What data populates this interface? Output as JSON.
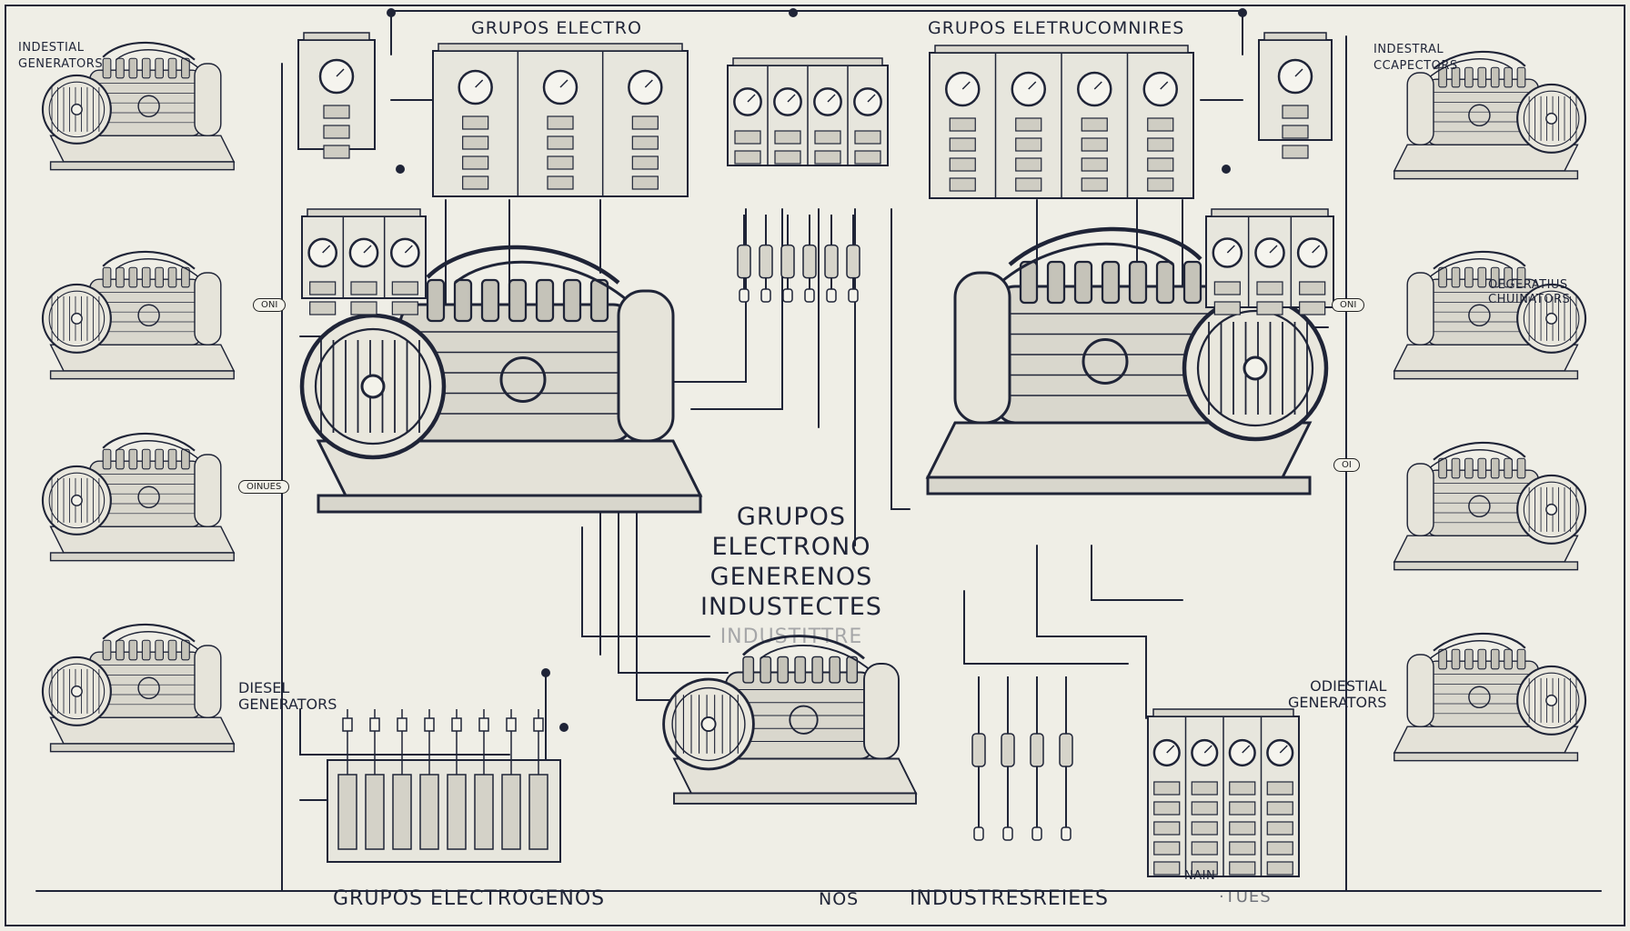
{
  "labels": {
    "top_left": "INDESTIAL\nGENERATORS",
    "top_center_left": "GRUPOS ELECTRO",
    "top_center_right": "GRUPOS ELETRUCOMNIRES",
    "top_right": "INDESTRAL\nCCAPECTORS",
    "right_middle": "OEGERATIUS\nCHUINATORS",
    "center_title": [
      "GRUPOS",
      "ELECTRONO",
      "GENERENOS",
      "INDUSTECTES"
    ],
    "center_faded": "INDUSTITTRE",
    "diesel": "DIESEL\nGENERATORS",
    "odiestial": "ODIESTIAL\nGENERATORS",
    "main": "NAIN",
    "footer_left": "GRUPOS ELECTROGENOS",
    "footer_mid1": "NOS",
    "footer_mid2": "INDUSTRESREIEES",
    "footer_right": "·TUES",
    "pill_left_1": "ONI",
    "pill_left_2": "OINUES",
    "pill_right_1": "ONI",
    "pill_right_2": "OI"
  },
  "colors": {
    "ink": "#1f2437",
    "paper": "#efeee6",
    "accent": "#26325a"
  }
}
